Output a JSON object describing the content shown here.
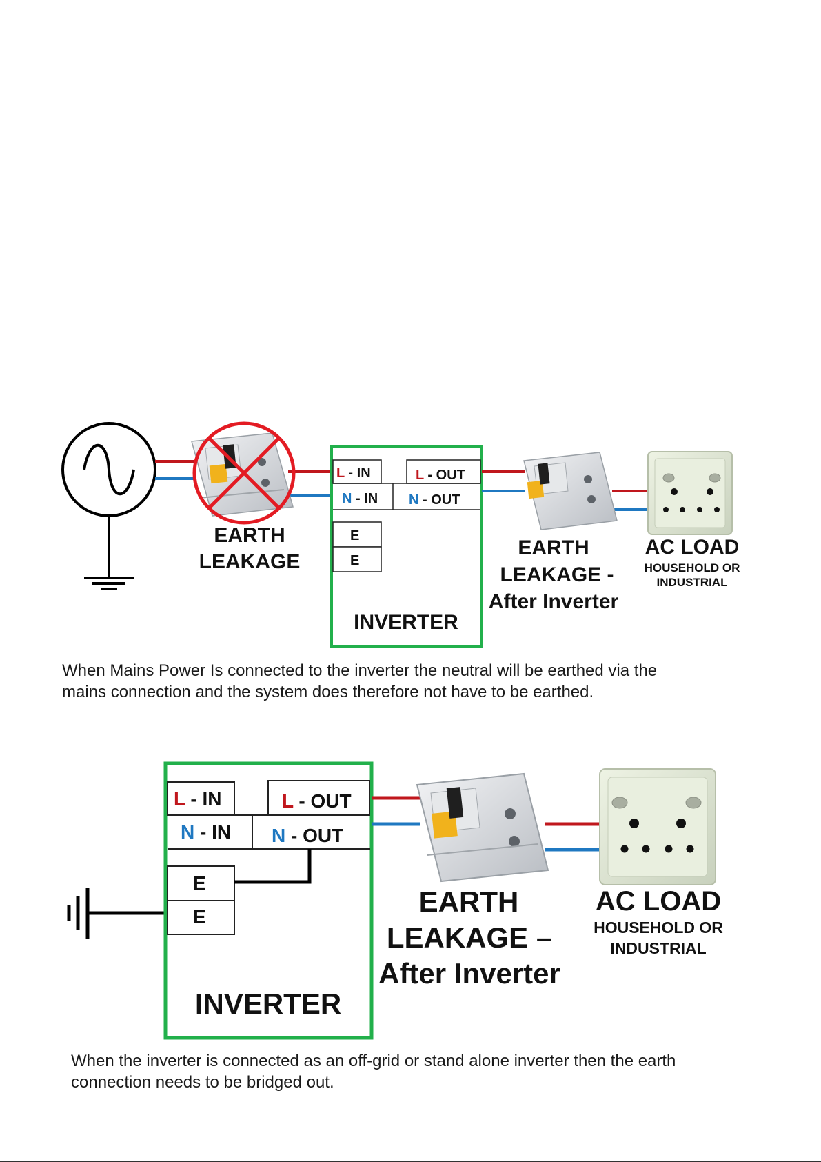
{
  "colors": {
    "line": "#c0171d",
    "neutral": "#1f78c1",
    "earth_label": "#33cc33",
    "inverter_border": "#22b04b",
    "cross": "#e31b23"
  },
  "diagram1": {
    "inverter": {
      "l_in": {
        "letter": "L",
        "suffix": " - IN"
      },
      "n_in": {
        "letter": "N",
        "suffix": " - IN"
      },
      "l_out": {
        "letter": "L",
        "suffix": " - OUT"
      },
      "n_out": {
        "letter": "N",
        "suffix": " - OUT"
      },
      "e1": "E",
      "e2": "E",
      "title": "INVERTER"
    },
    "earth_leakage_crossed": {
      "line1": "EARTH",
      "line2": "LEAKAGE"
    },
    "earth_leakage_after": {
      "line1": "EARTH",
      "line2": "LEAKAGE -",
      "line3": "After Inverter"
    },
    "ac_load": {
      "title": "AC LOAD",
      "line1": "HOUSEHOLD OR",
      "line2": "INDUSTRIAL"
    },
    "caption_line1": "When Mains Power Is connected to the inverter the neutral will be earthed via the",
    "caption_line2": "mains connection and the system does therefore not have to be earthed."
  },
  "diagram2": {
    "inverter": {
      "l_in": {
        "letter": "L",
        "suffix": " - IN"
      },
      "n_in": {
        "letter": "N",
        "suffix": " - IN"
      },
      "l_out": {
        "letter": "L",
        "suffix": " - OUT"
      },
      "n_out": {
        "letter": "N",
        "suffix": " - OUT"
      },
      "e1": "E",
      "e2": "E",
      "title": "INVERTER"
    },
    "earth_leakage_after": {
      "line1": "EARTH",
      "line2": "LEAKAGE –",
      "line3": "After Inverter"
    },
    "ac_load": {
      "title": "AC LOAD",
      "line1": "HOUSEHOLD OR",
      "line2": "INDUSTRIAL"
    },
    "caption_line1": "When the inverter is connected as an off-grid or stand alone inverter then the earth",
    "caption_line2": "connection needs to be bridged out."
  }
}
